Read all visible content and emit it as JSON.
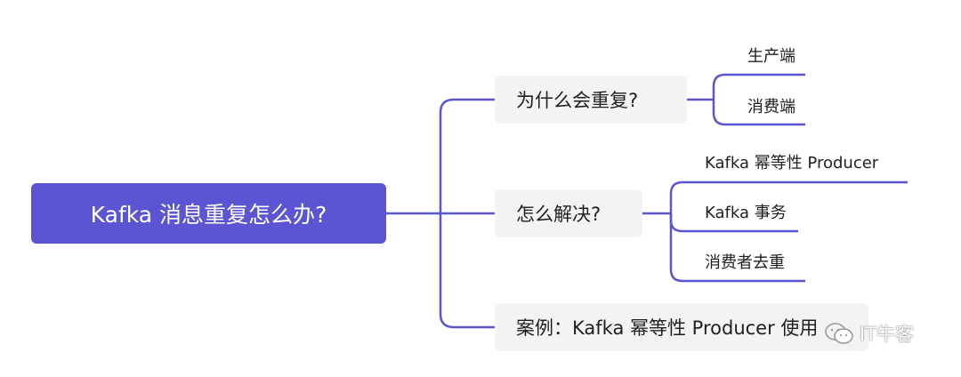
{
  "mindmap": {
    "root": {
      "label": "Kafka 消息重复怎么办?"
    },
    "branches": [
      {
        "id": "why",
        "label": "为什么会重复?",
        "children": [
          {
            "label": "生产端"
          },
          {
            "label": "消费端"
          }
        ]
      },
      {
        "id": "how",
        "label": "怎么解决?",
        "children": [
          {
            "label": "Kafka 幂等性 Producer"
          },
          {
            "label": "Kafka 事务"
          },
          {
            "label": "消费者去重"
          }
        ]
      },
      {
        "id": "case",
        "label": "案例：Kafka 幂等性 Producer 使用",
        "children": []
      }
    ]
  },
  "watermark": {
    "label": "IT牛客",
    "icon": "wechat-icon"
  },
  "colors": {
    "accent": "#5b55d4",
    "branch_bg": "#f3f3f3",
    "line": "#5b55d4"
  }
}
